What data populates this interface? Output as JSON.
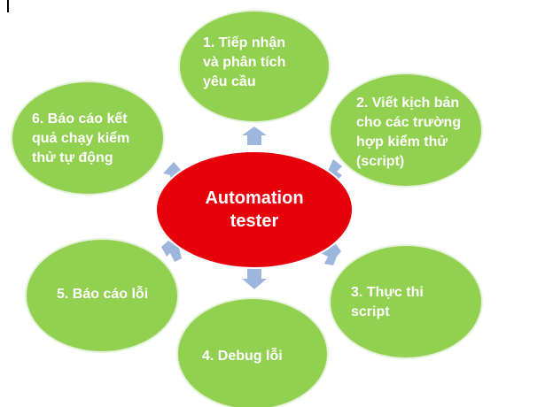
{
  "diagram": {
    "center": {
      "label": "Automation\ntester",
      "fill": "#e8000b"
    },
    "node_fill": "#92d050",
    "node_stroke": "#e6f2dc",
    "arrow_fill": "#9db6de",
    "nodes": [
      {
        "label": "1. Tiếp nhận\nvà phân tích\nyêu cầu"
      },
      {
        "label": "2. Viết kịch bản\ncho các trường\nhợp kiểm thử\n(script)"
      },
      {
        "label": "3. Thực thi\nscript"
      },
      {
        "label": "4. Debug lỗi"
      },
      {
        "label": "5. Báo cáo lỗi"
      },
      {
        "label": "6. Báo cáo kết\nquả chạy kiểm\nthử tự động"
      }
    ]
  }
}
